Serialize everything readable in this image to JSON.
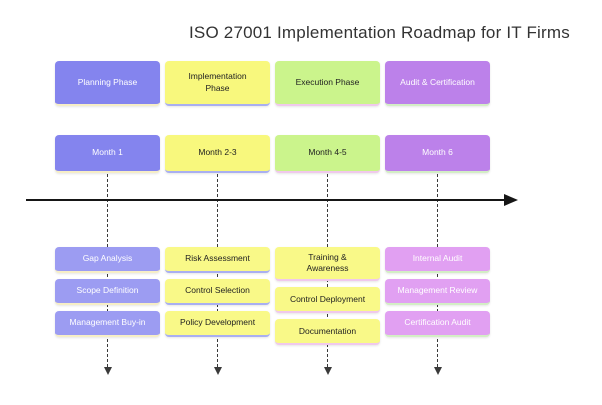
{
  "title": "ISO 27001 Implementation Roadmap for IT Firms",
  "timeline": {
    "color": "#161616"
  },
  "connector": {
    "color": "#3a3a3a"
  },
  "columns": [
    {
      "phase": "Planning Phase",
      "month": "Month 1",
      "tasks": [
        "Gap Analysis",
        "Scope Definition",
        "Management Buy-in"
      ],
      "phase_color": "#8484ee",
      "task_color": "#9c9cf2",
      "text_color": "#ffffff",
      "shadow_color": "#f6eec6"
    },
    {
      "phase": "Implementation\nPhase",
      "month": "Month 2-3",
      "tasks": [
        "Risk Assessment",
        "Control Selection",
        "Policy Development"
      ],
      "phase_color": "#f8f87d",
      "task_color": "#f9f988",
      "text_color": "#222222",
      "shadow_color": "#a9aff1"
    },
    {
      "phase": "Execution Phase",
      "month": "Month 4-5",
      "tasks": [
        "Training &\nAwareness",
        "Control Deployment",
        "Documentation"
      ],
      "phase_color": "#cbf48c",
      "task_color": "#f9f988",
      "text_color": "#222222",
      "shadow_color": "#f0c9ec"
    },
    {
      "phase": "Audit & Certification",
      "month": "Month 6",
      "tasks": [
        "Internal Audit",
        "Management Review",
        "Certification Audit"
      ],
      "phase_color": "#bc81ea",
      "task_color": "#e1a0f2",
      "text_color": "#ffffff",
      "shadow_color": "#d3eec5"
    }
  ]
}
